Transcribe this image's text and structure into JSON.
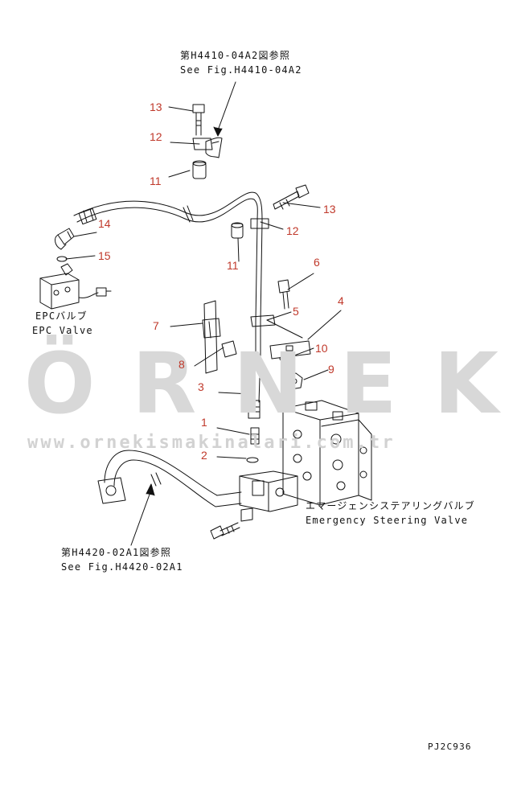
{
  "callouts": {
    "top_ref_jp": "第H4410-04A2図参照",
    "top_ref_en": "See Fig.H4410-04A2",
    "bottom_ref_jp": "第H4420-02A1図参照",
    "bottom_ref_en": "See Fig.H4420-02A1",
    "epc_jp": "EPCバルブ",
    "epc_en": "EPC Valve",
    "esv_jp": "エマージェンシステアリングバルブ",
    "esv_en": "Emergency Steering Valve",
    "drawing_code": "PJ2C936"
  },
  "part_numbers": {
    "p13a": "13",
    "p12a": "12",
    "p11a": "11",
    "p14": "14",
    "p15": "15",
    "p13b": "13",
    "p12b": "12",
    "p11b": "11",
    "p6": "6",
    "p7": "7",
    "p5": "5",
    "p4": "4",
    "p10": "10",
    "p8": "8",
    "p9": "9",
    "p3": "3",
    "p1": "1",
    "p2": "2"
  },
  "watermark": {
    "letters": [
      "Ö",
      "R",
      "N",
      "E",
      "K"
    ],
    "url": "www.ornekismakinalari.com.tr"
  },
  "colors": {
    "number_red": "#c0392b",
    "line": "#111111",
    "watermark": "#d8d8d8"
  }
}
